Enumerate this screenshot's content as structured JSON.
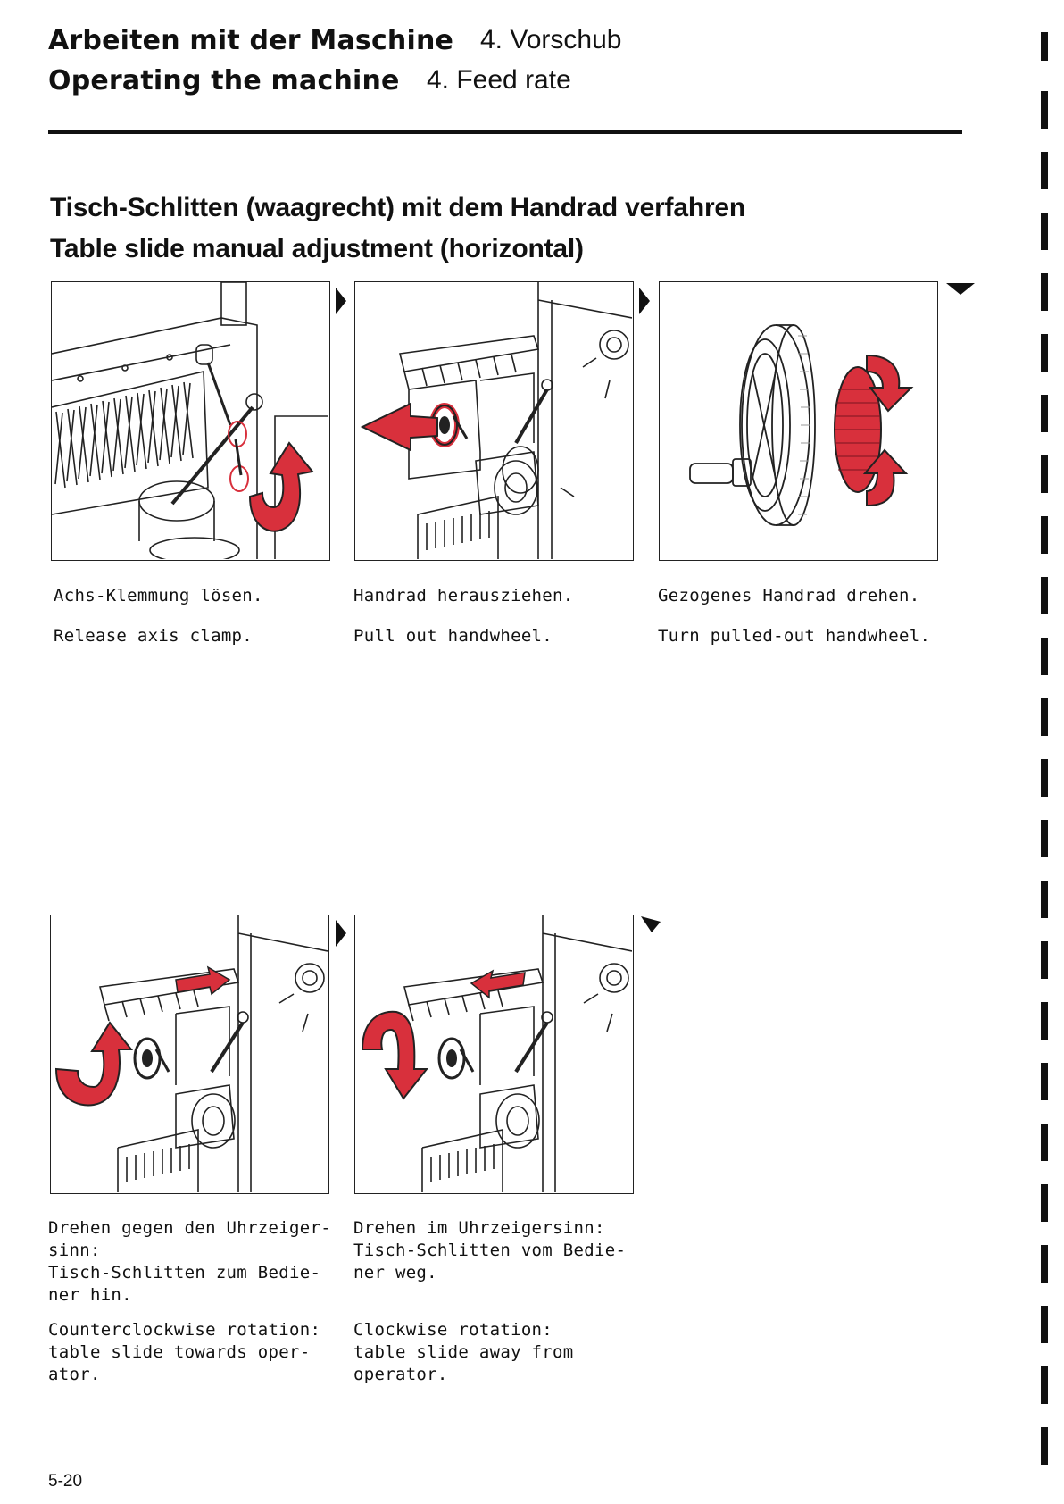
{
  "header": {
    "title_de": "Arbeiten mit der Maschine",
    "section_de": "4. Vorschub",
    "title_en": "Operating the machine",
    "section_en": "4. Feed rate"
  },
  "heading": {
    "de": "Tisch-Schlitten (waagrecht) mit dem Handrad verfahren",
    "en": "Table slide manual adjustment (horizontal)"
  },
  "steps": [
    {
      "de": "Achs-Klemmung lösen.",
      "en": "Release axis clamp."
    },
    {
      "de": "Handrad herausziehen.",
      "en": "Pull out handwheel."
    },
    {
      "de": "Gezogenes Handrad drehen.",
      "en": "Turn pulled-out handwheel."
    },
    {
      "de": "Drehen gegen den Uhrzeiger-\nsinn:\nTisch-Schlitten zum Bedie-\nner hin.",
      "en": "Counterclockwise rotation:\ntable slide towards oper-\nator."
    },
    {
      "de": "Drehen im Uhrzeigersinn:\nTisch-Schlitten vom Bedie-\nner weg.",
      "en": "Clockwise rotation:\ntable slide away from\noperator."
    }
  ],
  "page_number": "5-20",
  "colors": {
    "accent_red": "#d8303c",
    "ink": "#111111"
  }
}
